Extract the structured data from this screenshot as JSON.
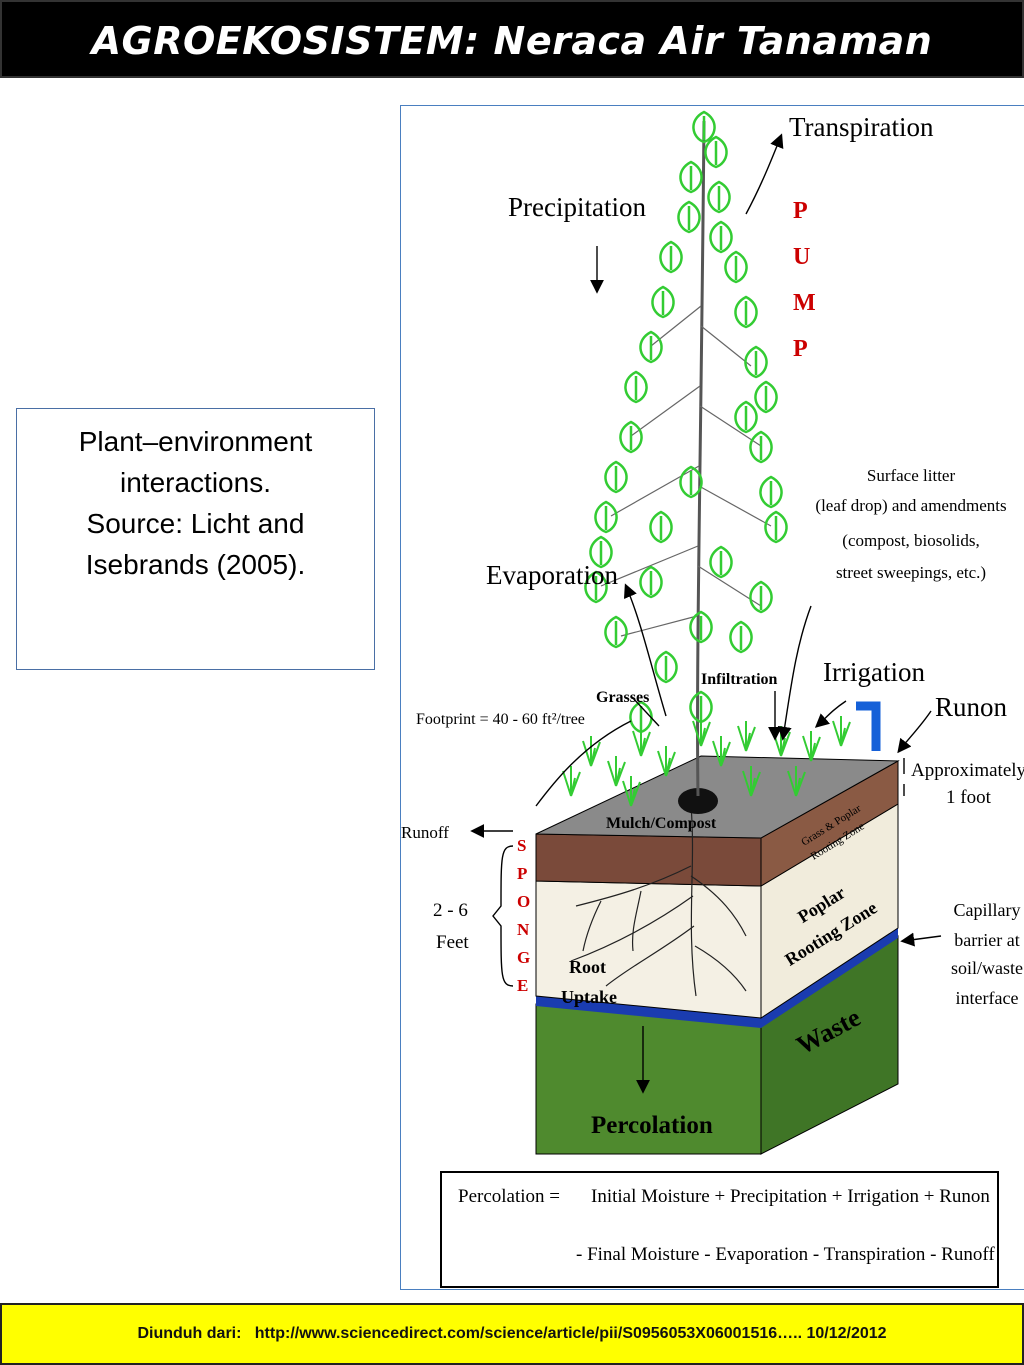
{
  "title": "AGROEKOSISTEM:  Neraca Air Tanaman",
  "caption": {
    "line1": "Plant–environment",
    "line2": "interactions.",
    "line3": "Source: Licht and",
    "line4": "Isebrands (2005)."
  },
  "figure": {
    "labels": {
      "transpiration": "Transpiration",
      "precipitation": "Precipitation",
      "pump": [
        "P",
        "U",
        "M",
        "P"
      ],
      "surface_litter_1": "Surface litter",
      "surface_litter_2": "(leaf drop) and amendments",
      "surface_litter_3": "(compost, biosolids,",
      "surface_litter_4": "street sweepings, etc.)",
      "evaporation": "Evaporation",
      "irrigation": "Irrigation",
      "infiltration": "Infiltration",
      "grasses": "Grasses",
      "runon": "Runon",
      "footprint": "Footprint = 40 - 60 ft²/tree",
      "approx_1": "Approximately",
      "approx_2": "1 foot",
      "runoff": "Runoff",
      "sponge": [
        "S",
        "P",
        "O",
        "N",
        "G",
        "E"
      ],
      "mulch": "Mulch/Compost",
      "grass_zone_1": "Grass & Poplar",
      "grass_zone_2": "Rooting Zone",
      "poplar_zone_1": "Poplar",
      "poplar_zone_2": "Rooting Zone",
      "depth_1": "2 - 6",
      "depth_2": "Feet",
      "root_1": "Root",
      "root_2": "Uptake",
      "capillary_1": "Capillary",
      "capillary_2": "barrier at",
      "capillary_3": "soil/waste",
      "capillary_4": "interface",
      "waste": "Waste",
      "percolation": "Percolation",
      "eq_lhs": "Percolation =",
      "eq_rhs_1": "Initial Moisture + Precipitation + Irrigation + Runon",
      "eq_rhs_2": "- Final Moisture - Evaporation - Transpiration - Runoff"
    },
    "colors": {
      "leaf": "#33cc33",
      "pump_sponge": "#cc0000",
      "mulch_top": "#8a8a8a",
      "root_layer": "#7a4a3a",
      "poplar_layer": "#f4f0e4",
      "barrier": "#1a3cb0",
      "waste": "#4f8a2e",
      "irrigation_pipe": "#1560d8"
    }
  },
  "footer": {
    "prefix": "Diunduh dari:",
    "source": "http://www.sciencedirect.com/science/article/pii/S0956053X06001516….. 10/12/2012"
  }
}
